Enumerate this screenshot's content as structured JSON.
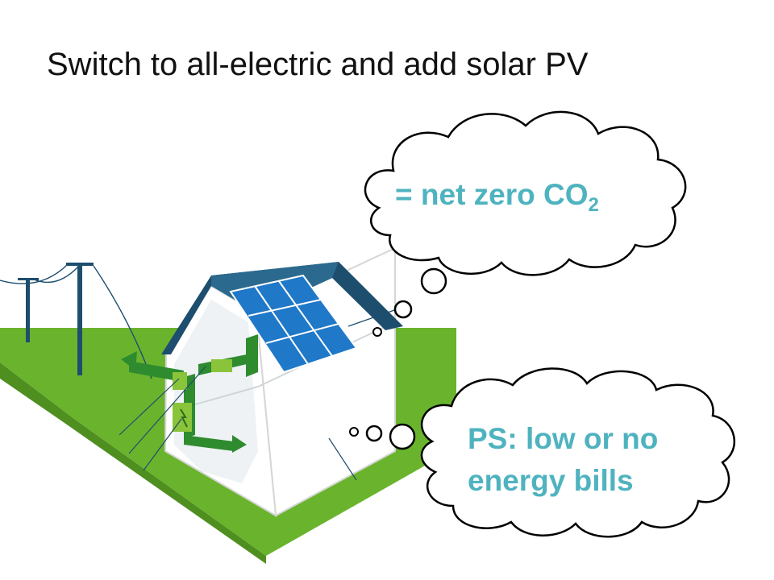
{
  "slide": {
    "title": "Switch to all-electric and add solar PV"
  },
  "bubble_top": {
    "text_main": "= net zero CO",
    "text_sub": "2"
  },
  "bubble_bottom": {
    "line1": "PS: low or no",
    "line2": "energy bills"
  },
  "colors": {
    "accent_text": "#4fb3bf",
    "ground": "#6ab42d",
    "roof": "#1d4e6e",
    "solar_panel": "#1f78c8",
    "arrows": "#2e8b2e"
  }
}
